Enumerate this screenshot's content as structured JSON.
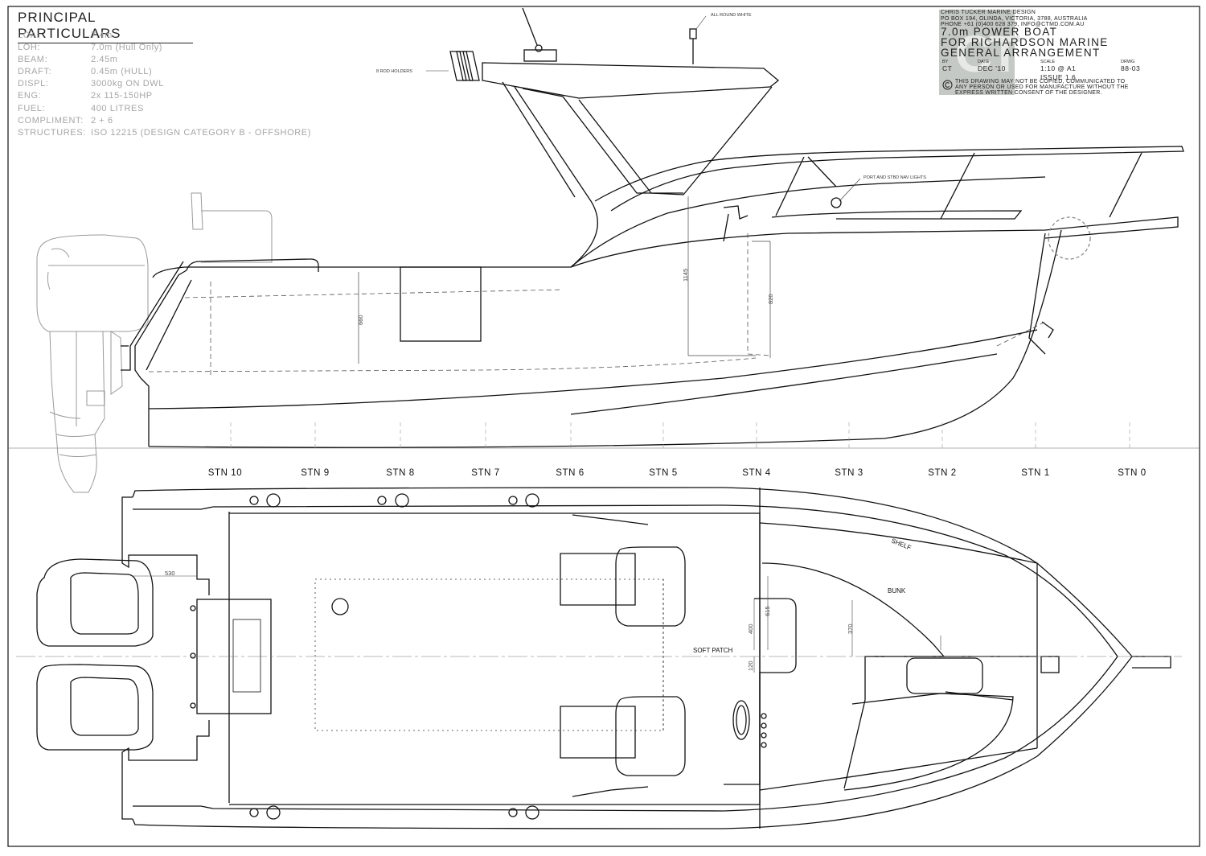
{
  "principal_particulars": {
    "title": "PRINCIPAL PARTICULARS",
    "rows": [
      {
        "key": "LOA:",
        "value": "7.4m"
      },
      {
        "key": "LOH:",
        "value": "7.0m (Hull Only)"
      },
      {
        "key": "BEAM:",
        "value": "2.45m"
      },
      {
        "key": "DRAFT:",
        "value": "0.45m (HULL)"
      },
      {
        "key": "DISPL:",
        "value": "3000kg ON DWL"
      },
      {
        "key": "ENG:",
        "value": "2x 115-150HP"
      },
      {
        "key": "FUEL:",
        "value": "400 LITRES"
      },
      {
        "key": "COMPLIMENT:",
        "value": "2 + 6"
      },
      {
        "key": "STRUCTURES:",
        "value": "ISO 12215 (DESIGN CATEGORY B - OFFSHORE)"
      }
    ]
  },
  "title_block": {
    "company": "CHRIS TUCKER MARINE DESIGN",
    "address": "PO BOX 194, OLINDA, VICTORIA, 3788, AUSTRALIA",
    "contact": "PHONE +61 (0)400 628 379, INFO@CTMD.COM.AU",
    "title_line1": "7.0m POWER BOAT",
    "title_line2": "FOR RICHARDSON MARINE",
    "title_line3": "GENERAL ARRANGEMENT",
    "by_label": "BY",
    "by_value": "CT",
    "date_label": "DATE",
    "date_value": "DEC '10",
    "scale_label": "SCALE",
    "scale_value": "1:10 @ A1",
    "drwg_label": "DRWG",
    "drwg_value": "88-03",
    "issue": "ISSUE 1.6",
    "copyright_line1": "THIS DRAWING MAY NOT BE COPIED, COMMUNICATED TO",
    "copyright_line2": "ANY PERSON OR USED FOR MANUFACTURE WITHOUT THE",
    "copyright_line3": "EXPRESS WRITTEN CONSENT OF THE DESIGNER.",
    "logo_text": "CT"
  },
  "annotations": {
    "all_round_white": "ALL ROUND WHITE",
    "rod_holders": "8 ROD HOLDERS",
    "nav_lights": "PORT AND STBD NAV LIGHTS",
    "shelf": "SHELF",
    "bunk": "BUNK",
    "soft_patch": "SOFT PATCH"
  },
  "dimensions": {
    "d660": "660",
    "d1145": "1145",
    "d820": "820",
    "d530": "530",
    "d615": "615",
    "d400": "400",
    "d370": "370",
    "d120": "120"
  },
  "stations": [
    "STN 10",
    "STN 9",
    "STN 8",
    "STN 7",
    "STN 6",
    "STN 5",
    "STN 4",
    "STN 3",
    "STN 2",
    "STN 1",
    "STN 0"
  ],
  "colors": {
    "line": "#111111",
    "faint": "#a8a8a8",
    "logo_bg": "#c4c9c5"
  }
}
